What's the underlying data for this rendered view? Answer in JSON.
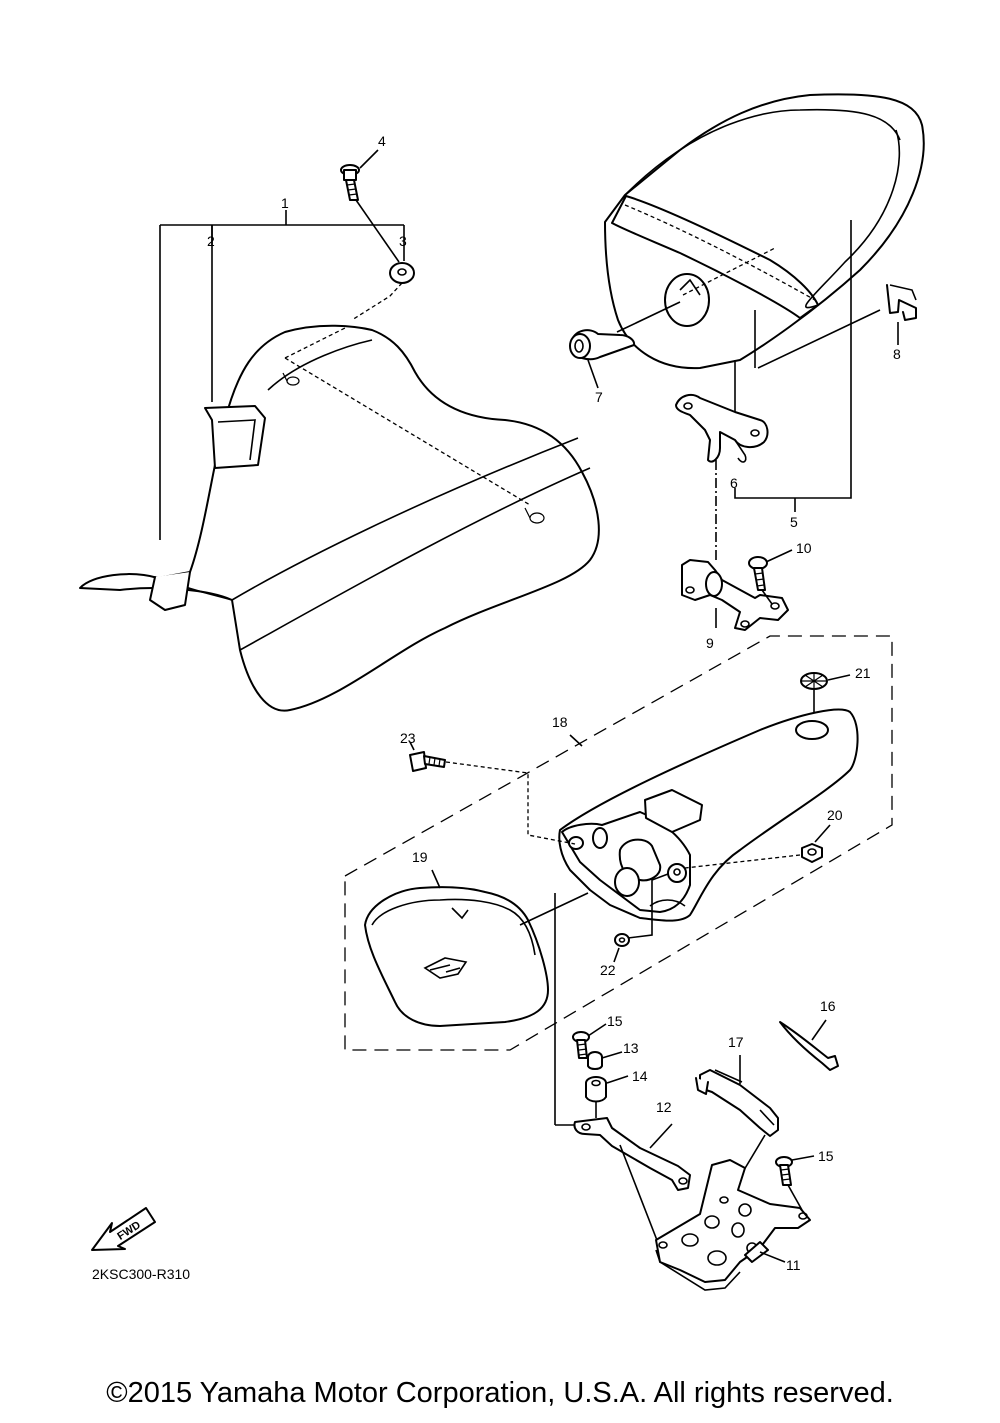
{
  "diagram": {
    "code": "2KSC300-R310",
    "fwd_label": "FWD",
    "callouts": {
      "p1": "1",
      "p2": "2",
      "p3": "3",
      "p4": "4",
      "p5": "5",
      "p6": "6",
      "p7": "7",
      "p8": "8",
      "p9": "9",
      "p10": "10",
      "p11": "11",
      "p12": "12",
      "p13": "13",
      "p14": "14",
      "p15a": "15",
      "p15b": "15",
      "p16": "16",
      "p17": "17",
      "p18": "18",
      "p19": "19",
      "p20": "20",
      "p21": "21",
      "p22": "22",
      "p23": "23"
    }
  },
  "footer": {
    "copyright": "©2015 Yamaha Motor Corporation, U.S.A. All rights reserved."
  }
}
